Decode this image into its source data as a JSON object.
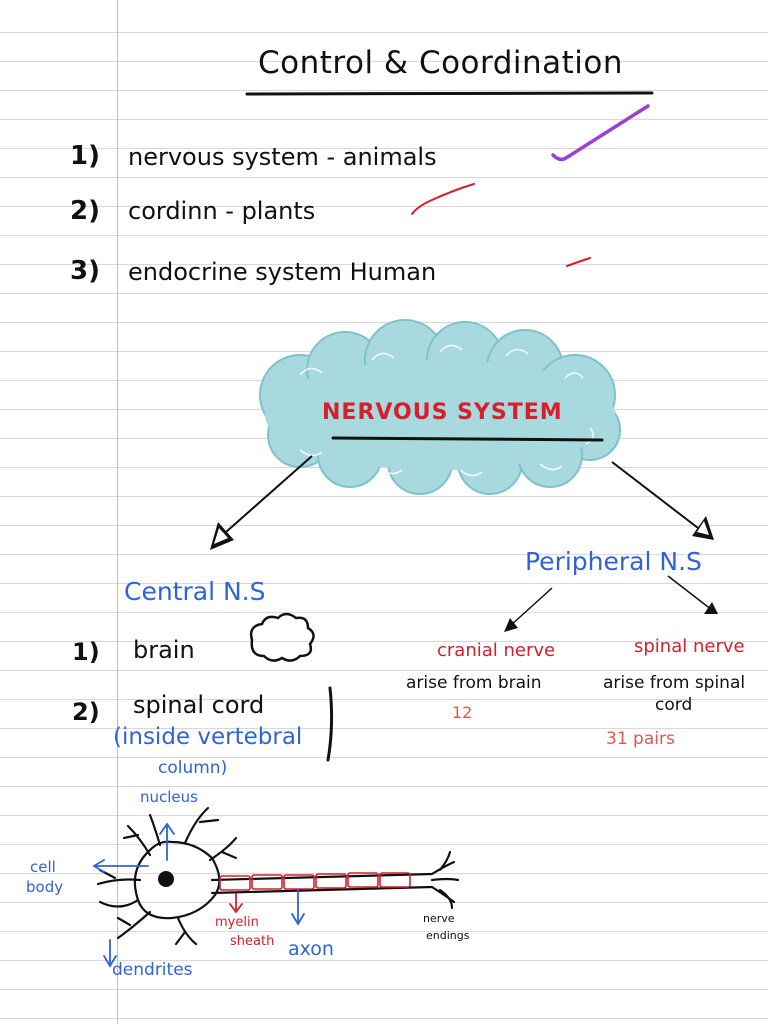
{
  "title": "Control & Coordination",
  "intro_list": [
    {
      "num": "1)",
      "text": "nervous system - animals"
    },
    {
      "num": "2)",
      "text": "cordinn - plants"
    },
    {
      "num": "3)",
      "text": "endocrine system Human"
    }
  ],
  "cloud_title": "NERVOUS SYSTEM",
  "central": {
    "heading": "Central N.S",
    "items": [
      {
        "num": "1)",
        "text": "brain"
      },
      {
        "num": "2)",
        "text": "spinal cord"
      }
    ],
    "note_line1": "(inside vertebral",
    "note_line2": "column)"
  },
  "peripheral": {
    "heading": "Peripheral N.S",
    "cranial": {
      "label": "cranial nerve",
      "desc": "arise from brain",
      "count": "12"
    },
    "spinal": {
      "label": "spinal nerve",
      "desc_line1": "arise from spinal",
      "desc_line2": "cord",
      "count": "31 pairs"
    }
  },
  "neuron_labels": {
    "nucleus": "nucleus",
    "cell_body_line1": "cell",
    "cell_body_line2": "body",
    "dendrites": "dendrites",
    "myelin_line1": "myelin",
    "myelin_line2": "sheath",
    "axon": "axon",
    "nerve_endings_line1": "nerve",
    "nerve_endings_line2": "endings"
  },
  "colors": {
    "ink": "#111111",
    "blue": "#2f63d8",
    "red": "#d71e2a",
    "salmon": "#e2574a",
    "purple": "#9b3fd1",
    "cloud_fill": "#a8d9de",
    "cloud_stroke": "#7cc3cc",
    "margin_line": "#f3a6a6",
    "ruled_line": "#d9d9d9"
  }
}
